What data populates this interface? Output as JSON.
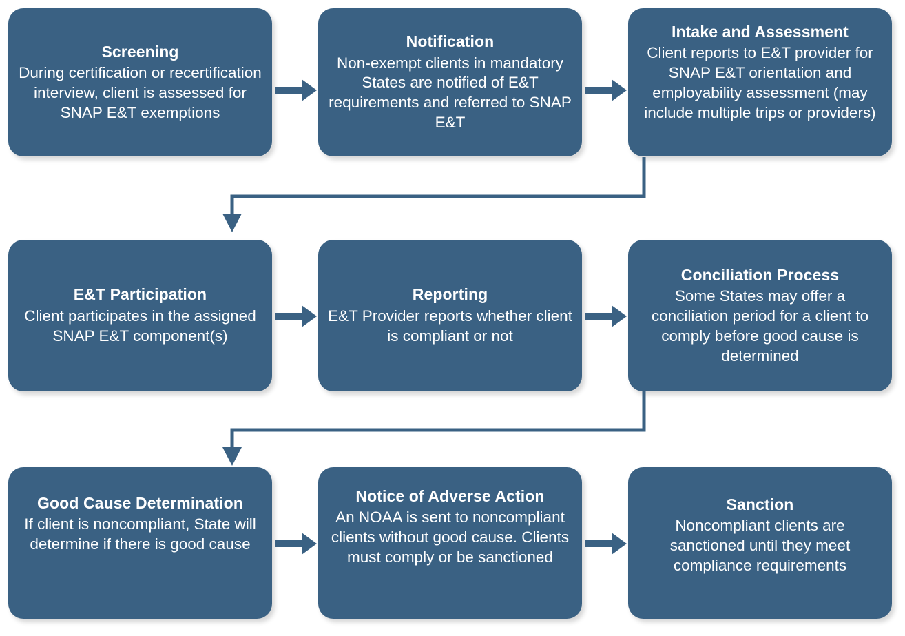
{
  "diagram": {
    "type": "flowchart",
    "orientation": "snake-left-to-right, 3 rows x 3 columns",
    "accent_color": "#3a6183",
    "node_text_color": "#ffffff",
    "background_color": "#ffffff",
    "nodes": [
      {
        "id": "screening",
        "row": 1,
        "col": 1,
        "title": "Screening",
        "body": "During certification or recertification interview, client is assessed for SNAP E&T exemptions"
      },
      {
        "id": "notification",
        "row": 1,
        "col": 2,
        "title": "Notification",
        "body": "Non-exempt clients in mandatory States are notified of E&T requirements and referred  to SNAP E&T"
      },
      {
        "id": "intake-and-assessment",
        "row": 1,
        "col": 3,
        "title": "Intake and Assessment",
        "body": "Client reports to E&T provider for SNAP E&T orientation and employability assessment (may include multiple trips or providers)"
      },
      {
        "id": "et-participation",
        "row": 2,
        "col": 1,
        "title": "E&T Participation",
        "body": "Client participates in the assigned SNAP E&T component(s)"
      },
      {
        "id": "reporting",
        "row": 2,
        "col": 2,
        "title": "Reporting",
        "body": "E&T Provider reports whether client is compliant or not"
      },
      {
        "id": "conciliation-process",
        "row": 2,
        "col": 3,
        "title": "Conciliation Process",
        "body": "Some States may offer a conciliation period for a client to comply before good cause is determined"
      },
      {
        "id": "good-cause-determination",
        "row": 3,
        "col": 1,
        "title": "Good Cause Determination",
        "body": "If client is noncompliant, State will determine if there is good cause"
      },
      {
        "id": "notice-of-adverse-action",
        "row": 3,
        "col": 2,
        "title": "Notice of Adverse Action",
        "body": "An NOAA is sent to noncompliant clients without good cause. Clients must comply or be sanctioned"
      },
      {
        "id": "sanction",
        "row": 3,
        "col": 3,
        "title": "Sanction",
        "body": "Noncompliant clients are sanctioned until they meet compliance requirements"
      }
    ],
    "edges": [
      {
        "id": "e1",
        "from": "screening",
        "to": "notification",
        "kind": "arrow-right"
      },
      {
        "id": "e2",
        "from": "notification",
        "to": "intake-and-assessment",
        "kind": "arrow-right"
      },
      {
        "id": "e3",
        "from": "intake-and-assessment",
        "to": "et-participation",
        "kind": "elbow-down-left"
      },
      {
        "id": "e4",
        "from": "et-participation",
        "to": "reporting",
        "kind": "arrow-right"
      },
      {
        "id": "e5",
        "from": "reporting",
        "to": "conciliation-process",
        "kind": "arrow-right"
      },
      {
        "id": "e6",
        "from": "conciliation-process",
        "to": "good-cause-determination",
        "kind": "elbow-down-left"
      },
      {
        "id": "e7",
        "from": "good-cause-determination",
        "to": "notice-of-adverse-action",
        "kind": "arrow-right"
      },
      {
        "id": "e8",
        "from": "notice-of-adverse-action",
        "to": "sanction",
        "kind": "arrow-right"
      }
    ]
  }
}
